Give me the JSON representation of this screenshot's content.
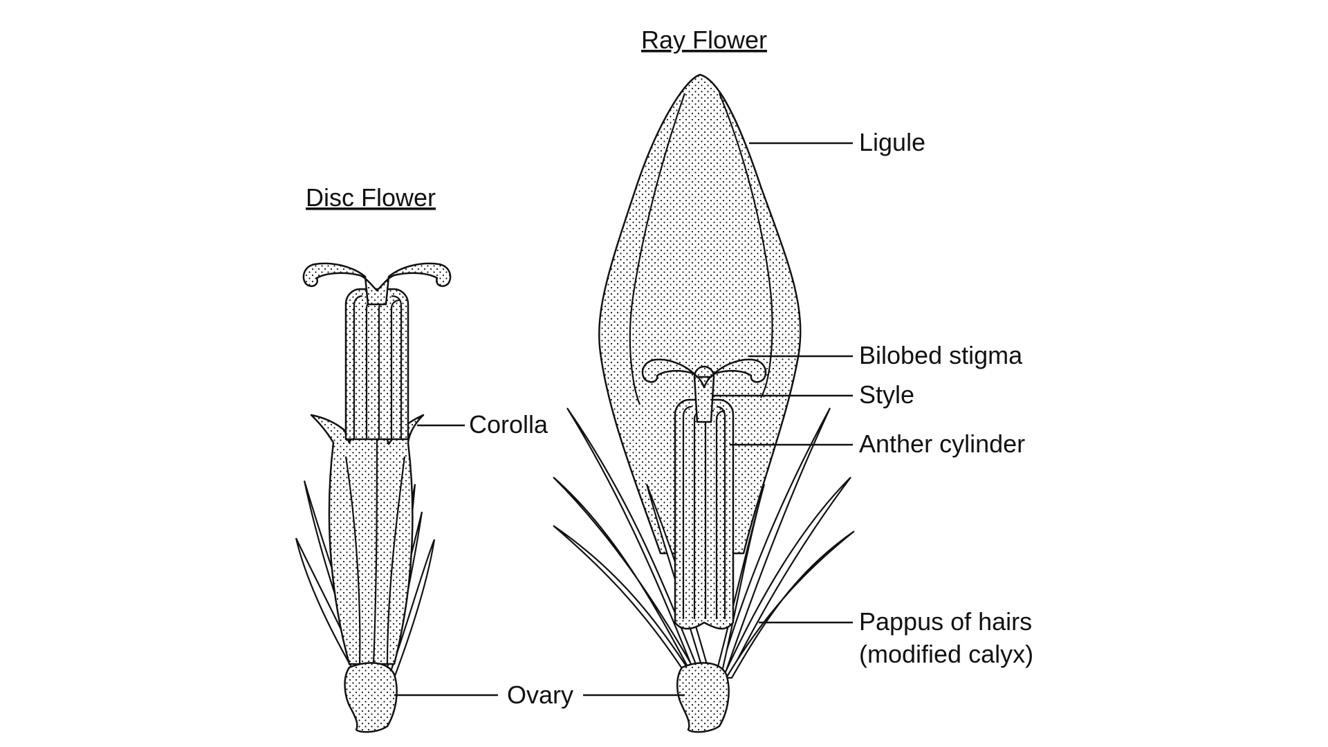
{
  "titles": {
    "disc": "Disc Flower",
    "ray": "Ray Flower"
  },
  "labels": {
    "ligule": "Ligule",
    "bilobed_stigma": "Bilobed stigma",
    "style": "Style",
    "anther_cylinder": "Anther cylinder",
    "pappus_line1": "Pappus of hairs",
    "pappus_line2": "(modified calyx)",
    "corolla": "Corolla",
    "ovary": "Ovary"
  },
  "colors": {
    "ink": "#111111",
    "background": "#ffffff",
    "stipple": "#111111"
  }
}
